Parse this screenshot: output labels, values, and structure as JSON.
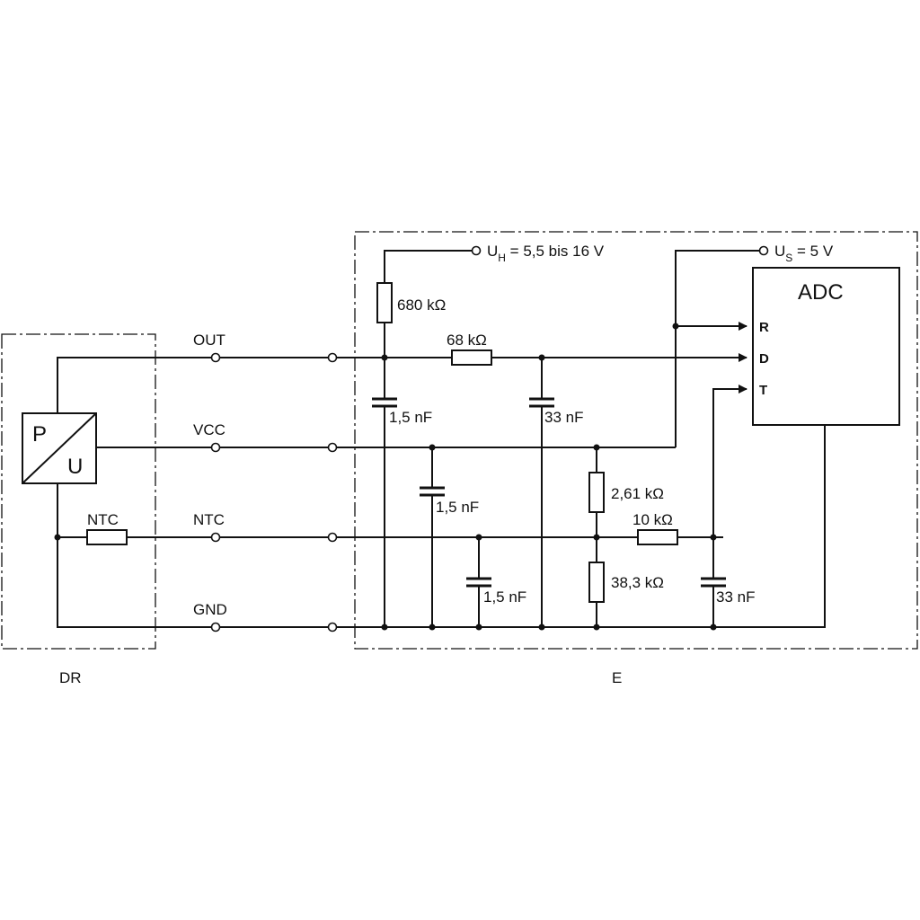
{
  "diagram": {
    "sensor_block": {
      "label": "DR",
      "symbol_top": "P",
      "symbol_bottom": "U",
      "ntc_resistor": "NTC"
    },
    "ecu_block": {
      "label": "E"
    },
    "lines": [
      {
        "label": "OUT"
      },
      {
        "label": "VCC"
      },
      {
        "label": "NTC"
      },
      {
        "label": "GND"
      }
    ],
    "supply_h": {
      "prefix": "U",
      "sub": "H",
      "rest": " = 5,5 bis 16 V"
    },
    "supply_s": {
      "prefix": "U",
      "sub": "S",
      "rest": " = 5 V"
    },
    "adc": {
      "title": "ADC",
      "pins": [
        "R",
        "D",
        "T"
      ]
    },
    "components": {
      "r_680k": "680 kΩ",
      "r_68k": "68 kΩ",
      "c_out": "1,5 nF",
      "c_33n_a": "33 nF",
      "c_vcc": "1,5 nF",
      "c_ntc": "1,5 nF",
      "r_2_61k": "2,61 kΩ",
      "r_10k": "10 kΩ",
      "r_38_3k": "38,3 kΩ",
      "c_33n_b": "33 nF"
    }
  }
}
